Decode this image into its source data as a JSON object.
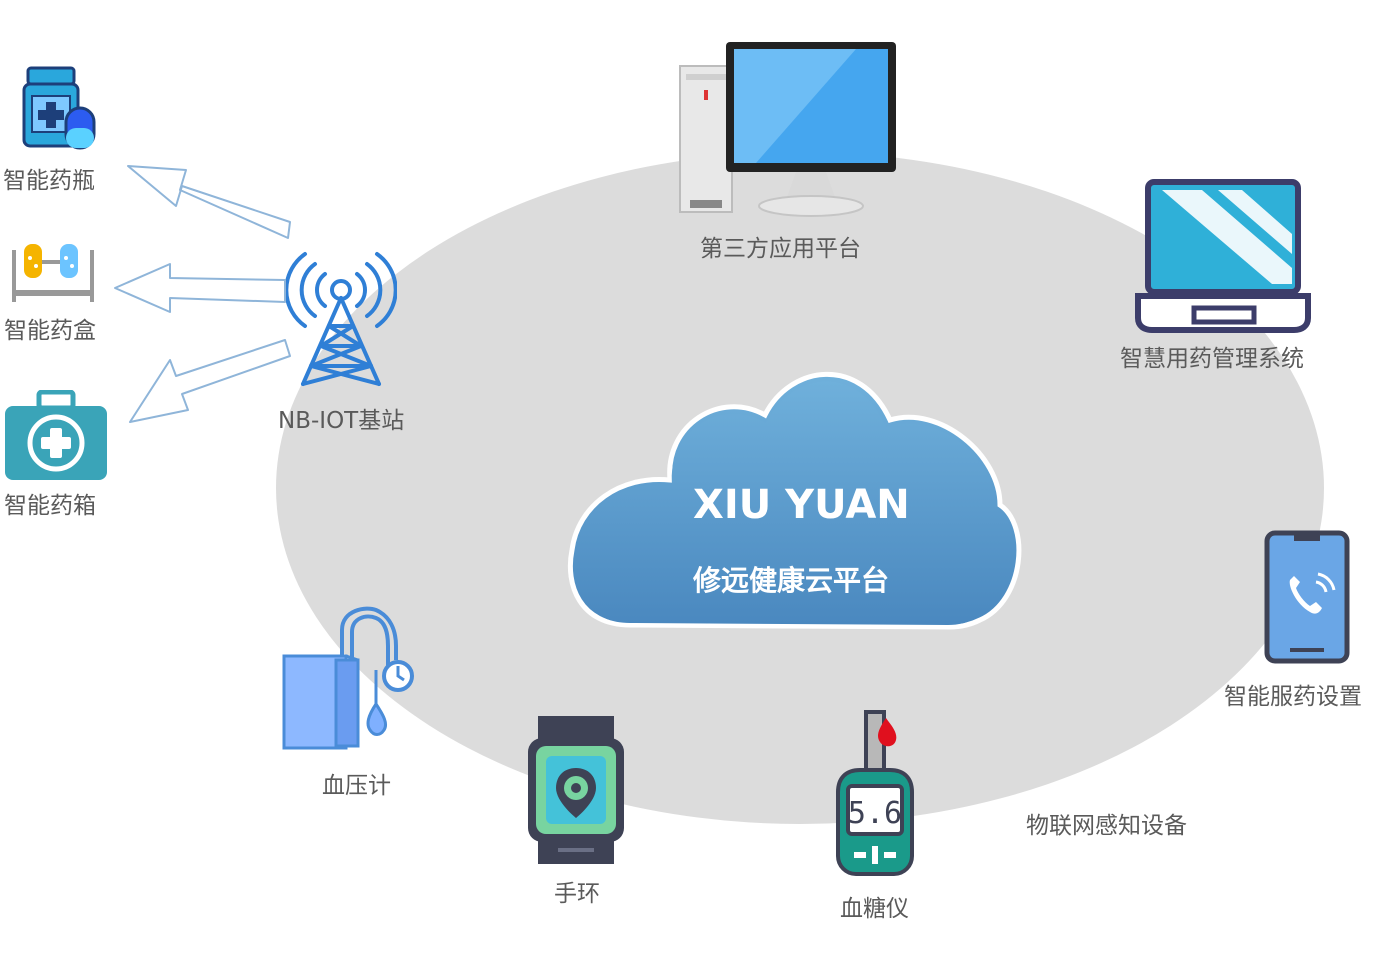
{
  "cloud": {
    "title": "XIU YUAN",
    "subtitle": "修远健康云平台"
  },
  "nodes": {
    "third_party": "第三方应用平台",
    "management": "智慧用药管理系统",
    "phone": "智能服药设置",
    "iot_devices": "物联网感知设备",
    "glucose": "血糖仪",
    "band": "手环",
    "bp": "血压计",
    "station": "NB-IOT基站",
    "bottle": "智能药瓶",
    "box": "智能药盒",
    "kit": "智能药箱"
  },
  "glucose_reading": "5.6",
  "colors": {
    "ellipse": "#dcdcdc",
    "cloud": "#5a9bc9",
    "tower": "#2f7fd6",
    "kit": "#3aa4b8",
    "phone": "#6aa6e6",
    "arrow_stroke": "#8fb5d9"
  },
  "icons": {
    "computer": "desktop-computer-icon",
    "laptop": "laptop-icon",
    "phone": "smartphone-call-icon",
    "glucose": "glucose-meter-icon",
    "band": "smart-band-icon",
    "bp": "blood-pressure-monitor-icon",
    "tower": "antenna-tower-icon",
    "bottle": "medicine-bottle-icon",
    "box": "test-tube-rack-icon",
    "kit": "first-aid-kit-icon"
  }
}
